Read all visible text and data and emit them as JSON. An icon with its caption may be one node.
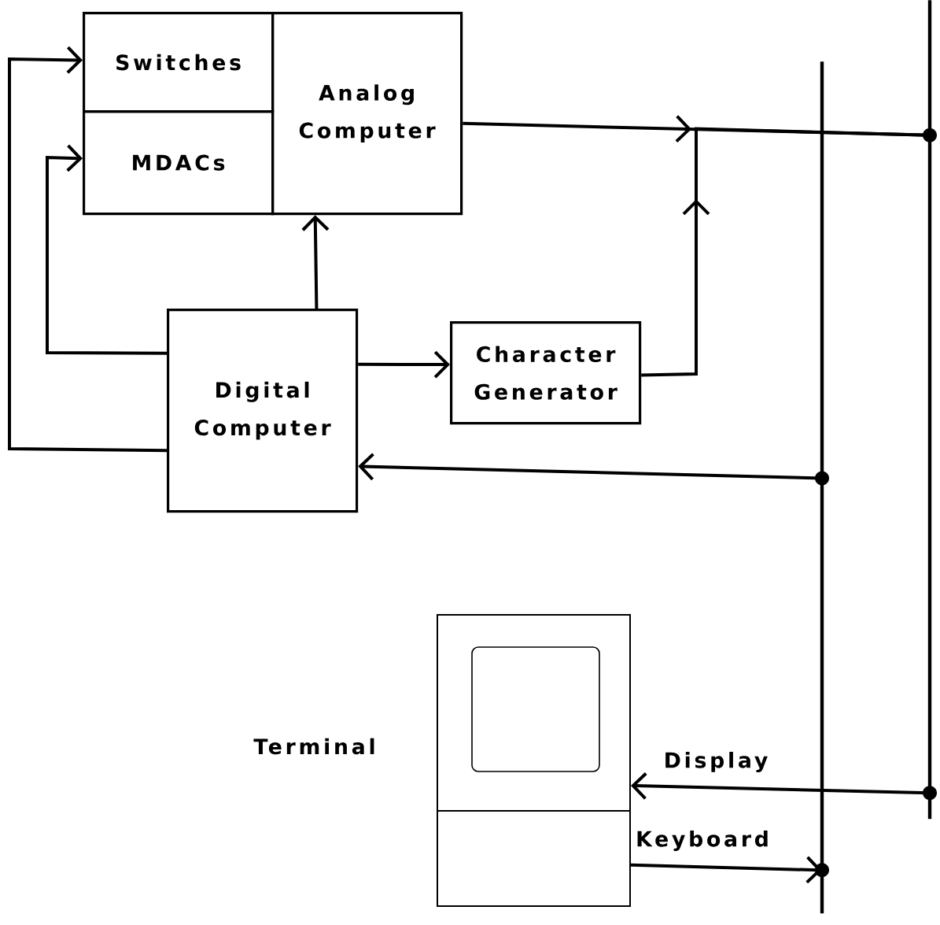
{
  "diagram": {
    "nodes": [
      {
        "text": [
          "Switches"
        ]
      },
      {
        "text": [
          "MDACs"
        ]
      },
      {
        "text": [
          "Analog Computer"
        ]
      },
      {
        "text": [
          "Digital Computer"
        ]
      },
      {
        "text": [
          "Character Generator"
        ]
      },
      {
        "text": [],
        "shape": "picture",
        "beside": [
          "Terminal"
        ]
      },
      {
        "text": [],
        "shape": "bar"
      },
      {
        "text": [],
        "shape": "bar"
      }
    ],
    "edges": [
      {
        "from": 3,
        "to": 0,
        "arrow": "to"
      },
      {
        "from": 3,
        "to": 1,
        "arrow": "to"
      },
      {
        "from": 3,
        "to": 2,
        "arrow": "to"
      },
      {
        "from": 3,
        "to": 4,
        "arrow": "to"
      },
      {
        "from": 4,
        "to": 7,
        "arrow": "to"
      },
      {
        "from": 2,
        "to": 7,
        "arrow": "to"
      },
      {
        "from": 6,
        "to": 3,
        "arrow": "to"
      },
      {
        "from": 7,
        "to": 5,
        "arrow": "to",
        "label": "Display"
      },
      {
        "from": 5,
        "to": 6,
        "arrow": "to",
        "label": "Keyboard"
      }
    ]
  }
}
